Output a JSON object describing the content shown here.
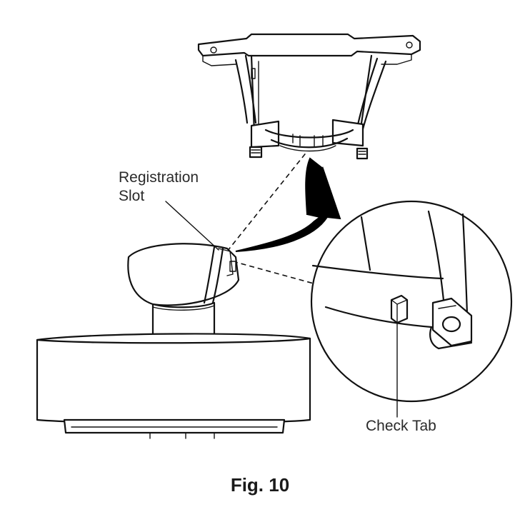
{
  "labels": {
    "registration_slot_line1": "Registration",
    "registration_slot_line2": "Slot",
    "check_tab": "Check Tab"
  },
  "caption": "Fig. 10",
  "colors": {
    "line": "#111111",
    "background": "#ffffff",
    "arrow": "#000000"
  }
}
